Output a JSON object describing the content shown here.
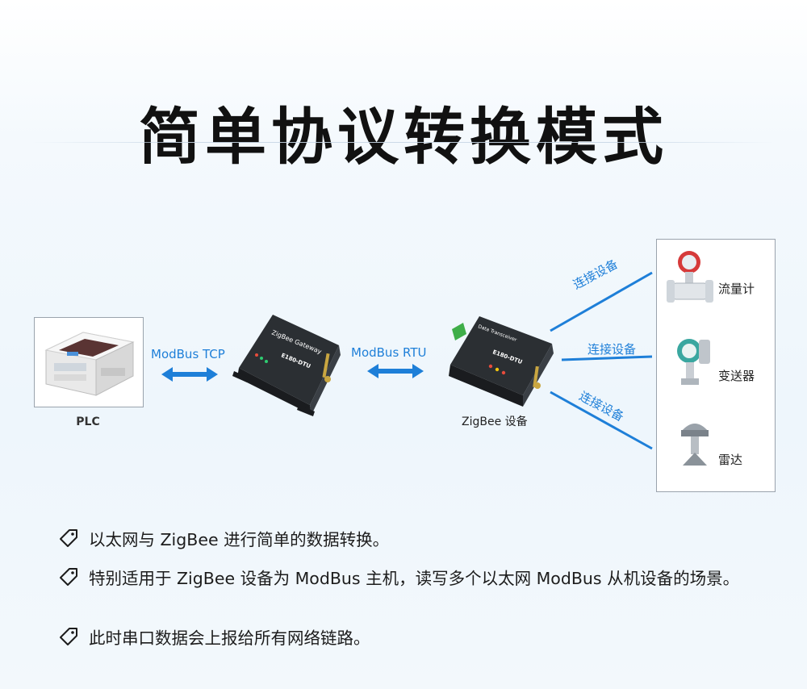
{
  "title": "简单协议转换模式",
  "plc": {
    "label": "PLC"
  },
  "protocols": {
    "left": "ModBus TCP",
    "right": "ModBus RTU"
  },
  "gateway": {
    "brand_text": "ZigBee Gateway",
    "model_text": "E180-DTU"
  },
  "zigbee_device": {
    "top_text": "Data Transceiver",
    "model_text": "E180-DTU",
    "caption": "ZigBee 设备"
  },
  "links": [
    {
      "label": "连接设备"
    },
    {
      "label": "连接设备"
    },
    {
      "label": "连接设备"
    }
  ],
  "devices": [
    {
      "name": "流量计",
      "icon": "flowmeter-icon"
    },
    {
      "name": "变送器",
      "icon": "transmitter-icon"
    },
    {
      "name": "雷达",
      "icon": "radar-level-icon"
    }
  ],
  "bullets": [
    "以太网与 ZigBee 进行简单的数据转换。",
    "特别适用于 ZigBee 设备为 ModBus 主机，读写多个以太网 ModBus 从机设备的场景。",
    "此时串口数据会上报给所有网络链路。"
  ],
  "colors": {
    "accent": "#1e7fd8",
    "title": "#111111",
    "device_dark": "#2b2f33"
  }
}
